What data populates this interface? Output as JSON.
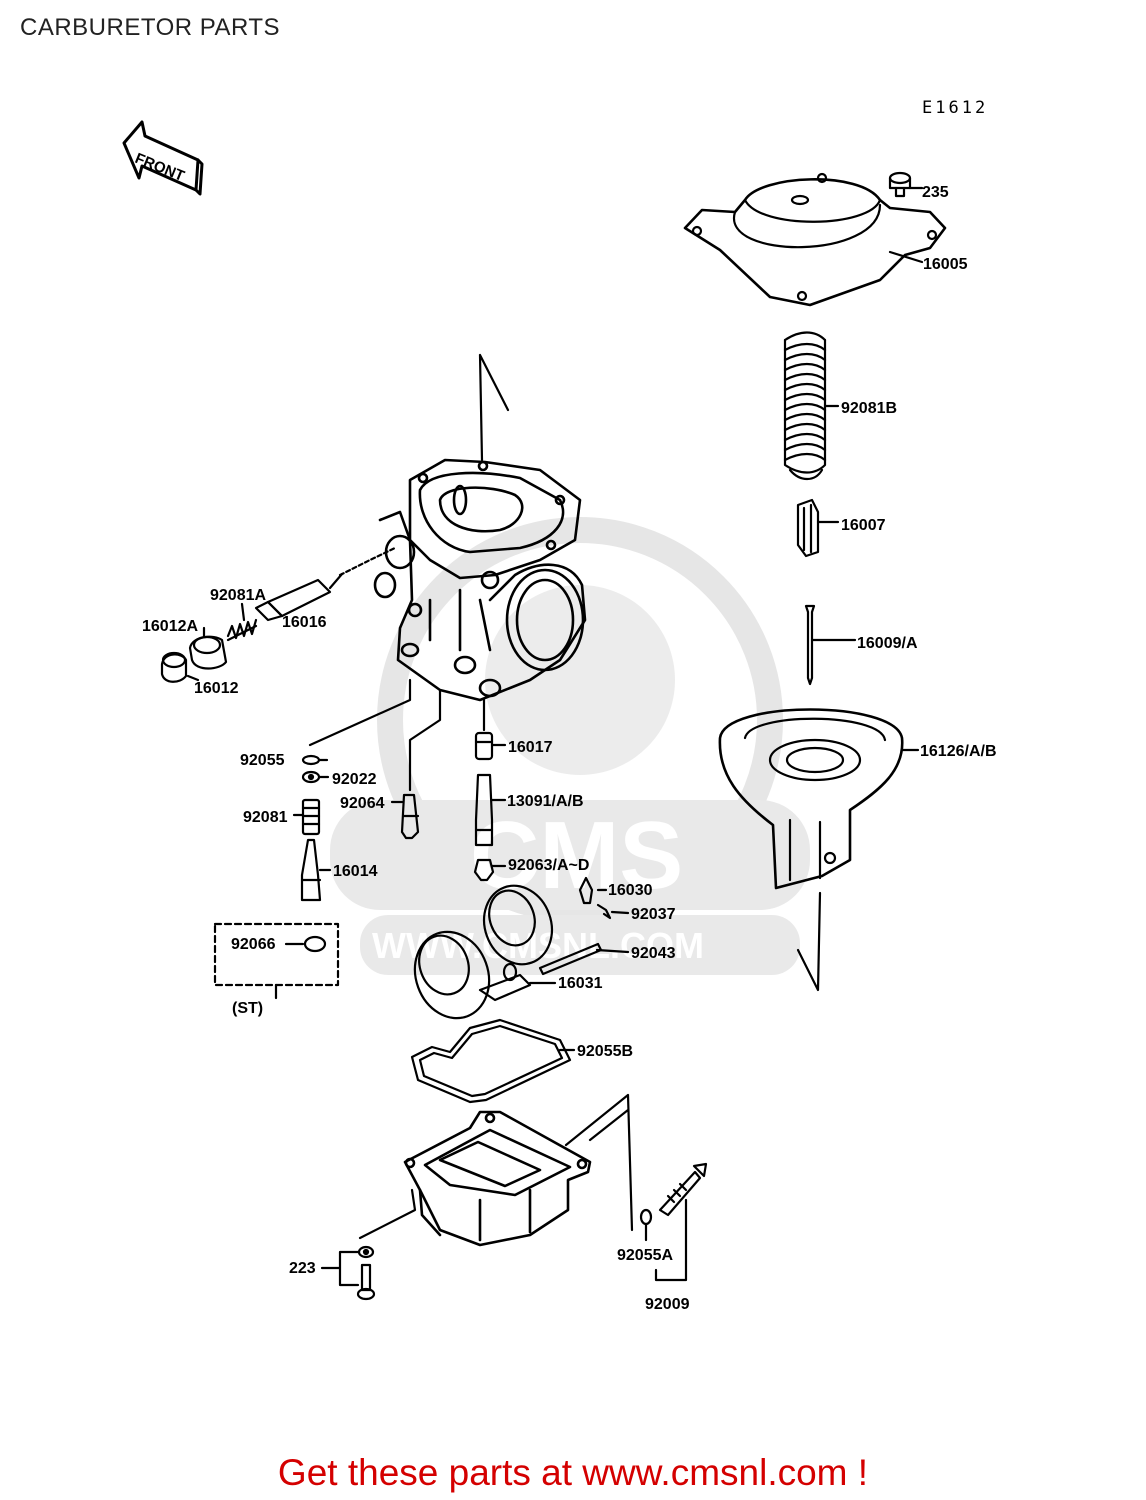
{
  "page": {
    "title": "CARBURETOR PARTS",
    "diagram_code": "E1612",
    "front_arrow_label": "FRONT",
    "footer": "Get these parts at www.cmsnl.com !"
  },
  "watermark": {
    "brand": "CMS",
    "url": "WWW.CMSNL.COM"
  },
  "parts": [
    {
      "id": "235",
      "label": "235"
    },
    {
      "id": "16005",
      "label": "16005"
    },
    {
      "id": "92081B",
      "label": "92081B"
    },
    {
      "id": "16007",
      "label": "16007"
    },
    {
      "id": "16009A",
      "label": "16009/A"
    },
    {
      "id": "16126AB",
      "label": "16126/A/B"
    },
    {
      "id": "92081A",
      "label": "92081A"
    },
    {
      "id": "16016",
      "label": "16016"
    },
    {
      "id": "16012A",
      "label": "16012A"
    },
    {
      "id": "16012",
      "label": "16012"
    },
    {
      "id": "92055",
      "label": "92055"
    },
    {
      "id": "92022",
      "label": "92022"
    },
    {
      "id": "92064",
      "label": "92064"
    },
    {
      "id": "92081",
      "label": "92081"
    },
    {
      "id": "16014",
      "label": "16014"
    },
    {
      "id": "16017",
      "label": "16017"
    },
    {
      "id": "13091AB",
      "label": "13091/A/B"
    },
    {
      "id": "92063AD",
      "label": "92063/A~D"
    },
    {
      "id": "16030",
      "label": "16030"
    },
    {
      "id": "92037",
      "label": "92037"
    },
    {
      "id": "92043",
      "label": "92043"
    },
    {
      "id": "16031",
      "label": "16031"
    },
    {
      "id": "92066",
      "label": "92066"
    },
    {
      "id": "ST",
      "label": "(ST)"
    },
    {
      "id": "92055B",
      "label": "92055B"
    },
    {
      "id": "223",
      "label": "223"
    },
    {
      "id": "92055A",
      "label": "92055A"
    },
    {
      "id": "92009",
      "label": "92009"
    }
  ]
}
